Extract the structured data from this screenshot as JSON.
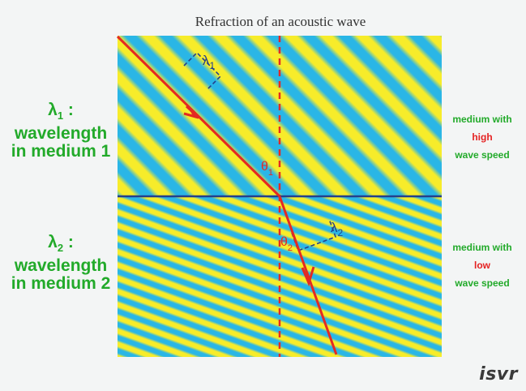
{
  "title": "Refraction of an acoustic wave",
  "left_labels": {
    "medium1": {
      "symbol": "λ",
      "subscript": "1",
      "suffix": " :",
      "line1": "wavelength",
      "line2": "in medium 1"
    },
    "medium2": {
      "symbol": "λ",
      "subscript": "2",
      "suffix": " :",
      "line1": "wavelength",
      "line2": "in medium 2"
    }
  },
  "right_labels": {
    "medium1": {
      "line1": "medium with",
      "highlight": "high",
      "line3": "wave speed"
    },
    "medium2": {
      "line1": "medium with",
      "highlight": "low",
      "line3": "wave speed"
    }
  },
  "diagram_labels": {
    "lambda1": {
      "symbol": "λ",
      "subscript": "1"
    },
    "lambda2": {
      "symbol": "λ",
      "subscript": "2"
    },
    "theta1": {
      "symbol": "θ",
      "subscript": "1"
    },
    "theta2": {
      "symbol": "θ",
      "subscript": "2"
    }
  },
  "colors": {
    "stripe_yellow": "#f7ec2a",
    "stripe_blue": "#2ab6e6",
    "ray": "#e42a22",
    "interface": "#24408c",
    "normal": "#e42a22",
    "wavelength_marker": "#24408c",
    "label_green": "#22aa2a",
    "highlight_red": "#e52222"
  },
  "logo": "isvr"
}
